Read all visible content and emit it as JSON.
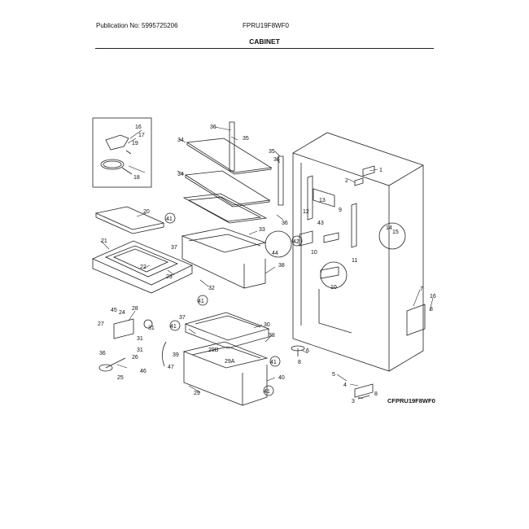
{
  "header": {
    "publication": "Publication No: 5995725206",
    "model": "FPRU19F8WF0",
    "section": "CABINET"
  },
  "diagram_code": "CFPRU19F8WF0",
  "callouts": {
    "c1": "1",
    "c2": "2",
    "c3": "3",
    "c4": "4",
    "c5": "5",
    "c6": "6",
    "c7": "7",
    "c8": "8",
    "c9": "9",
    "c10": "10",
    "c11": "11",
    "c12": "12",
    "c13": "13",
    "c14": "14",
    "c15": "15",
    "c16": "16",
    "c17": "17",
    "c18": "18",
    "c19": "19",
    "c20": "20",
    "c21": "21",
    "c22": "22",
    "c23": "23",
    "c24": "24",
    "c25": "25",
    "c26": "26",
    "c27": "27",
    "c28": "28",
    "c29": "29",
    "c29a": "29A",
    "c29b": "29B",
    "c30": "30",
    "c31": "31",
    "c32": "32",
    "c33": "33",
    "c34": "34",
    "c35": "35",
    "c36": "36",
    "c37": "37",
    "c38": "38",
    "c39": "39",
    "c40": "40",
    "c41": "41",
    "c42": "42",
    "c43": "43",
    "c44": "44",
    "c45": "45",
    "c46": "46",
    "c47": "47"
  }
}
